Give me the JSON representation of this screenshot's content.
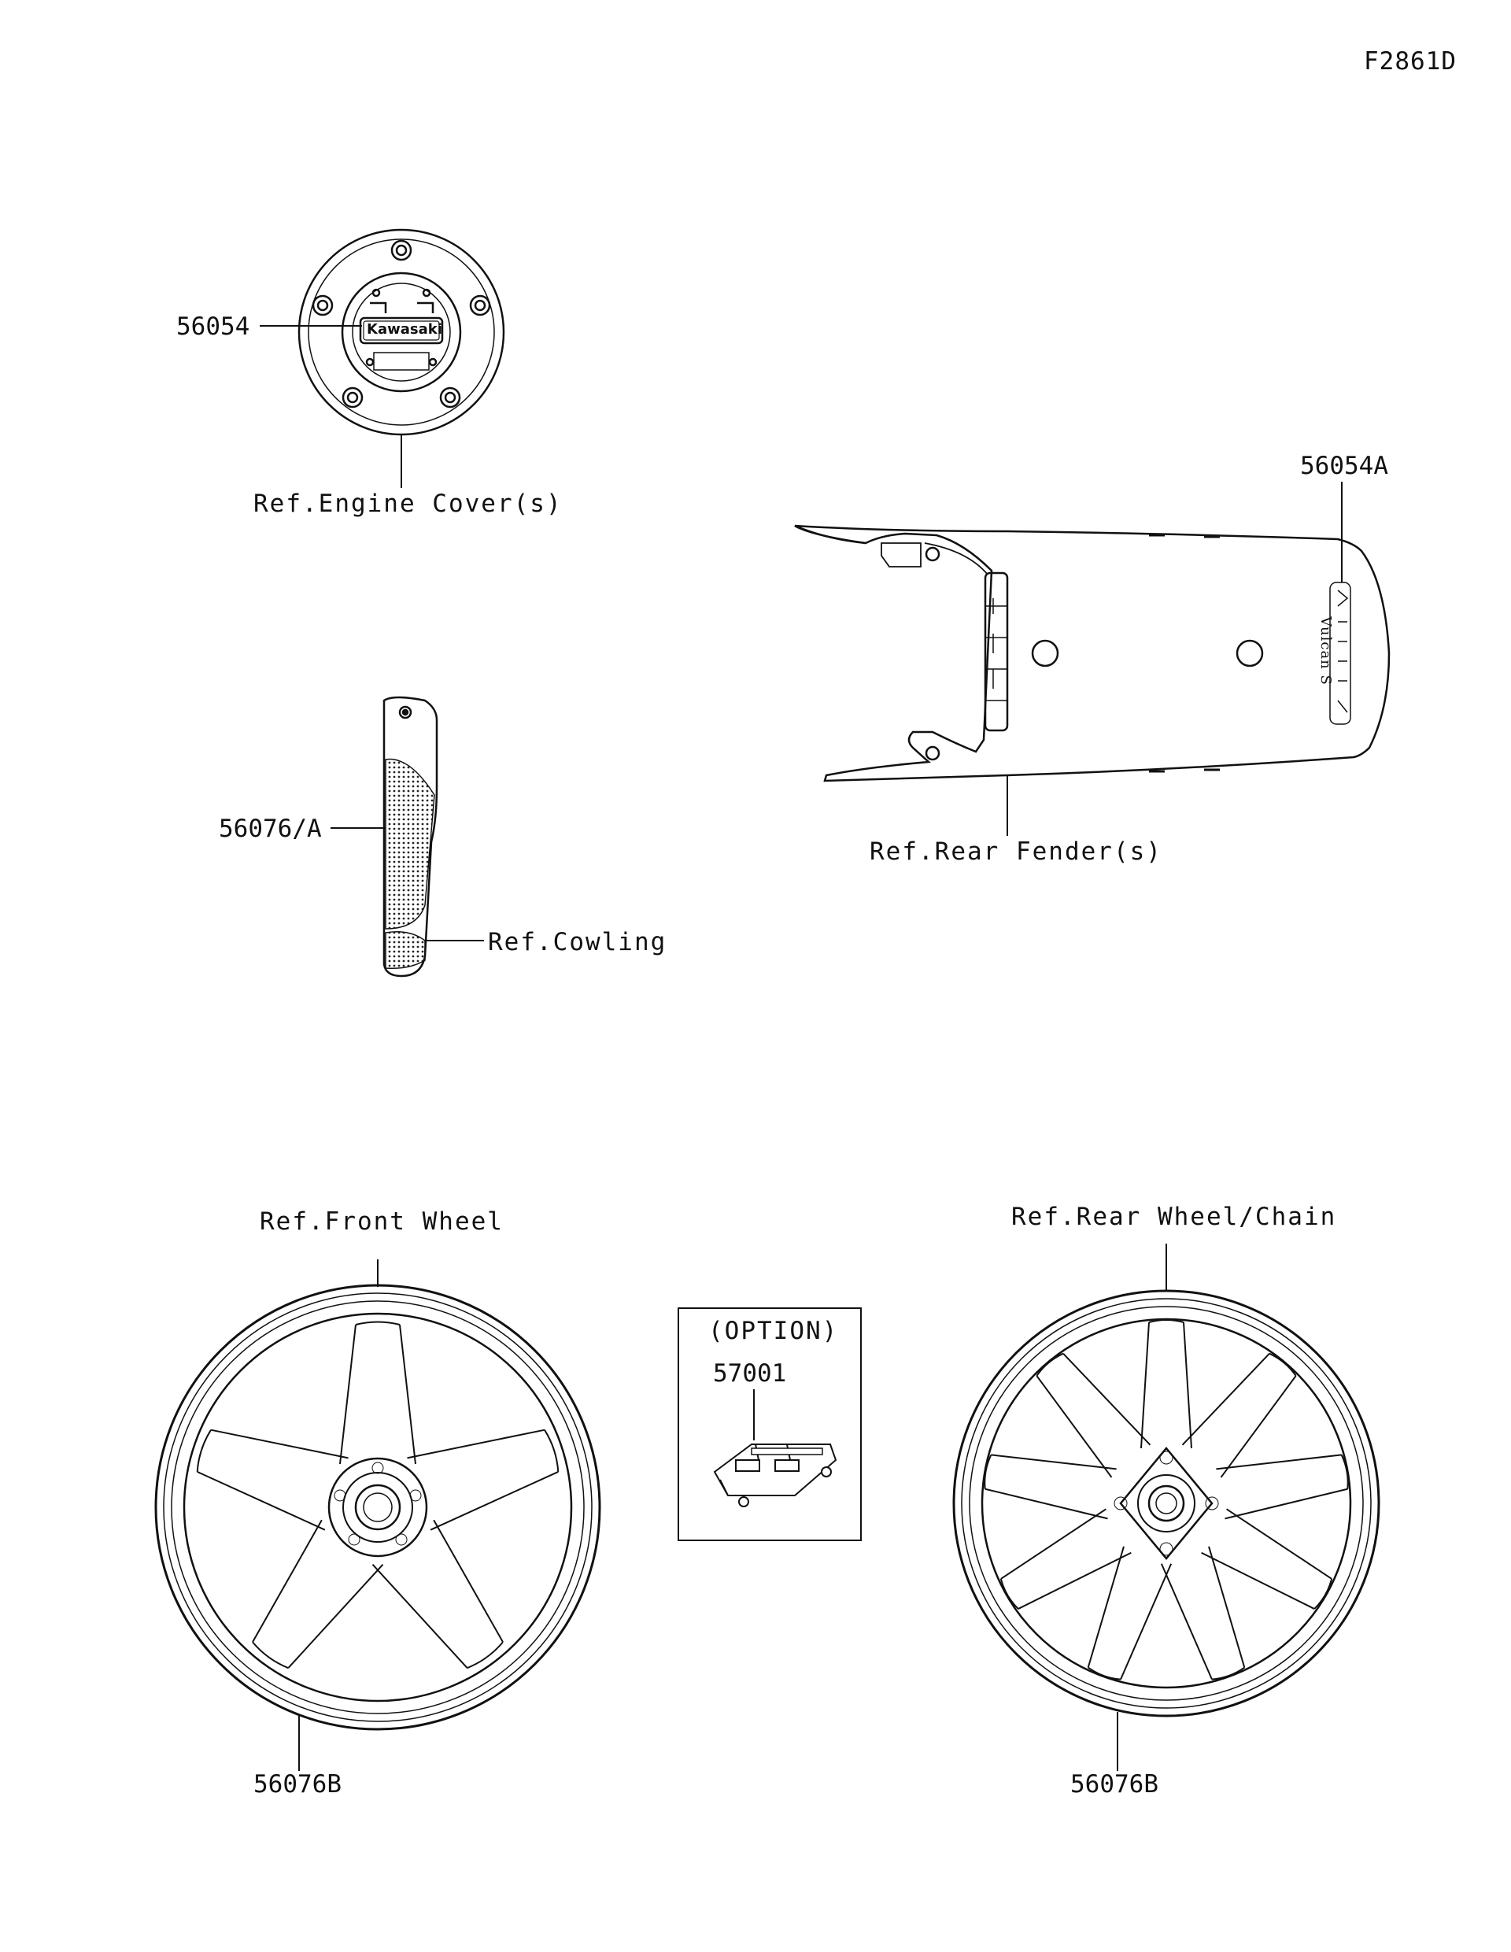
{
  "diagram": {
    "code": "F2861D",
    "callouts": {
      "engine_cover_part": "56054",
      "engine_cover_ref": "Ref.Engine Cover(s)",
      "emblem_text": "Kawasaki",
      "rear_fender_part": "56054A",
      "rear_fender_ref": "Ref.Rear Fender(s)",
      "fender_logo_text": "Vulcan S",
      "cowling_part": "56076/A",
      "cowling_ref": "Ref.Cowling",
      "front_wheel_ref": "Ref.Front Wheel",
      "front_wheel_part": "56076B",
      "rear_wheel_ref": "Ref.Rear Wheel/Chain",
      "rear_wheel_part": "56076B",
      "option_title": "(OPTION)",
      "option_part": "57001"
    }
  }
}
